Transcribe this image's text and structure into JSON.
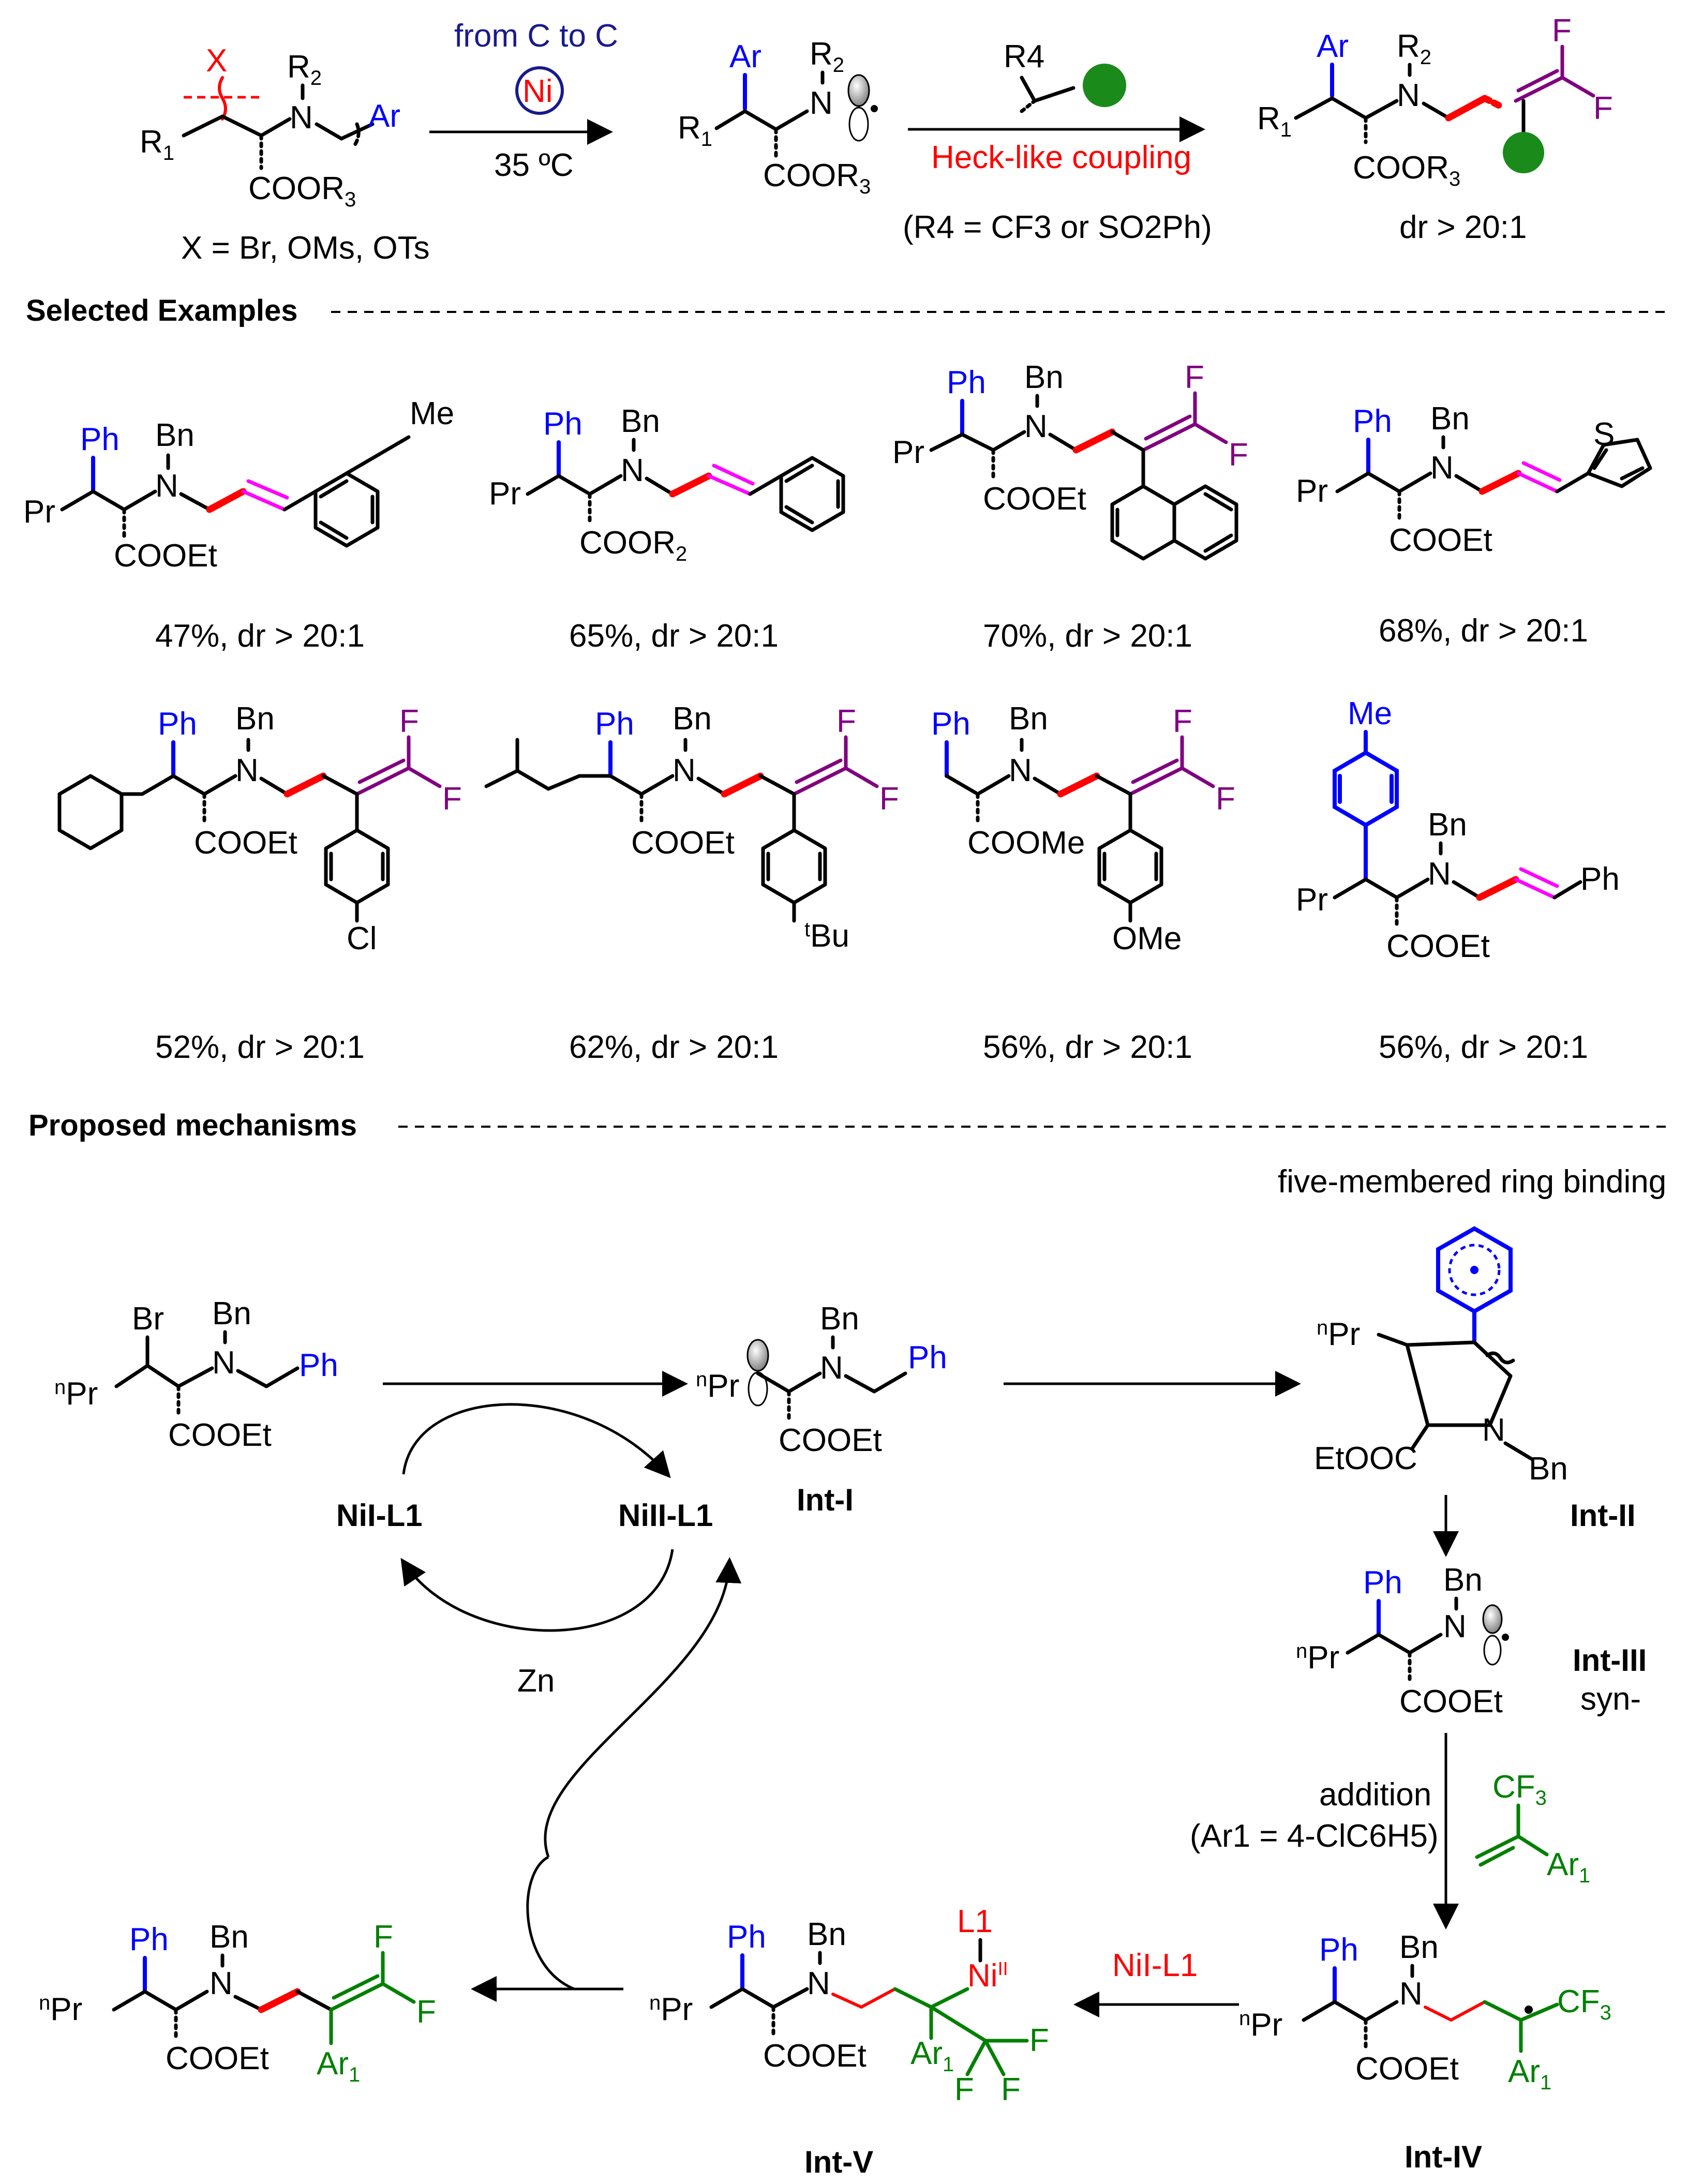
{
  "top_scheme": {
    "arrow1_top": "from C to C",
    "arrow1_catalyst": "Ni",
    "arrow1_bottom": "35 ºC",
    "leaving_groups": "X = Br, OMs, OTs",
    "reagent_label": "R4",
    "arrow2_label": "Heck-like coupling",
    "arrow2_note": "(R4 = CF3 or SO2Ph)",
    "product_dr": "dr > 20:1"
  },
  "sections": {
    "examples": "Selected Examples",
    "mechanism": "Proposed mechanisms"
  },
  "examples": [
    {
      "yield": "47%, dr > 20:1"
    },
    {
      "yield": "65%, dr > 20:1"
    },
    {
      "yield": "70%, dr > 20:1"
    },
    {
      "yield": "68%, dr > 20:1"
    },
    {
      "yield": "52%, dr > 20:1"
    },
    {
      "yield": "62%, dr > 20:1"
    },
    {
      "yield": "56%, dr > 20:1"
    },
    {
      "yield": "56%, dr > 20:1"
    }
  ],
  "mechanism": {
    "ring_note": "five-membered ring binding",
    "int1": "Int-I",
    "int2": "Int-II",
    "int3": "Int-III",
    "int3_note": "syn-",
    "int4": "Int-IV",
    "int5": "Int-V",
    "ni1": "NiI-L1",
    "ni2": "NiII-L1",
    "zn": "Zn",
    "addition": "addition",
    "ar1_def": "(Ar1 = 4-ClC6H5)",
    "ni_reagent": "NiI-L1"
  }
}
